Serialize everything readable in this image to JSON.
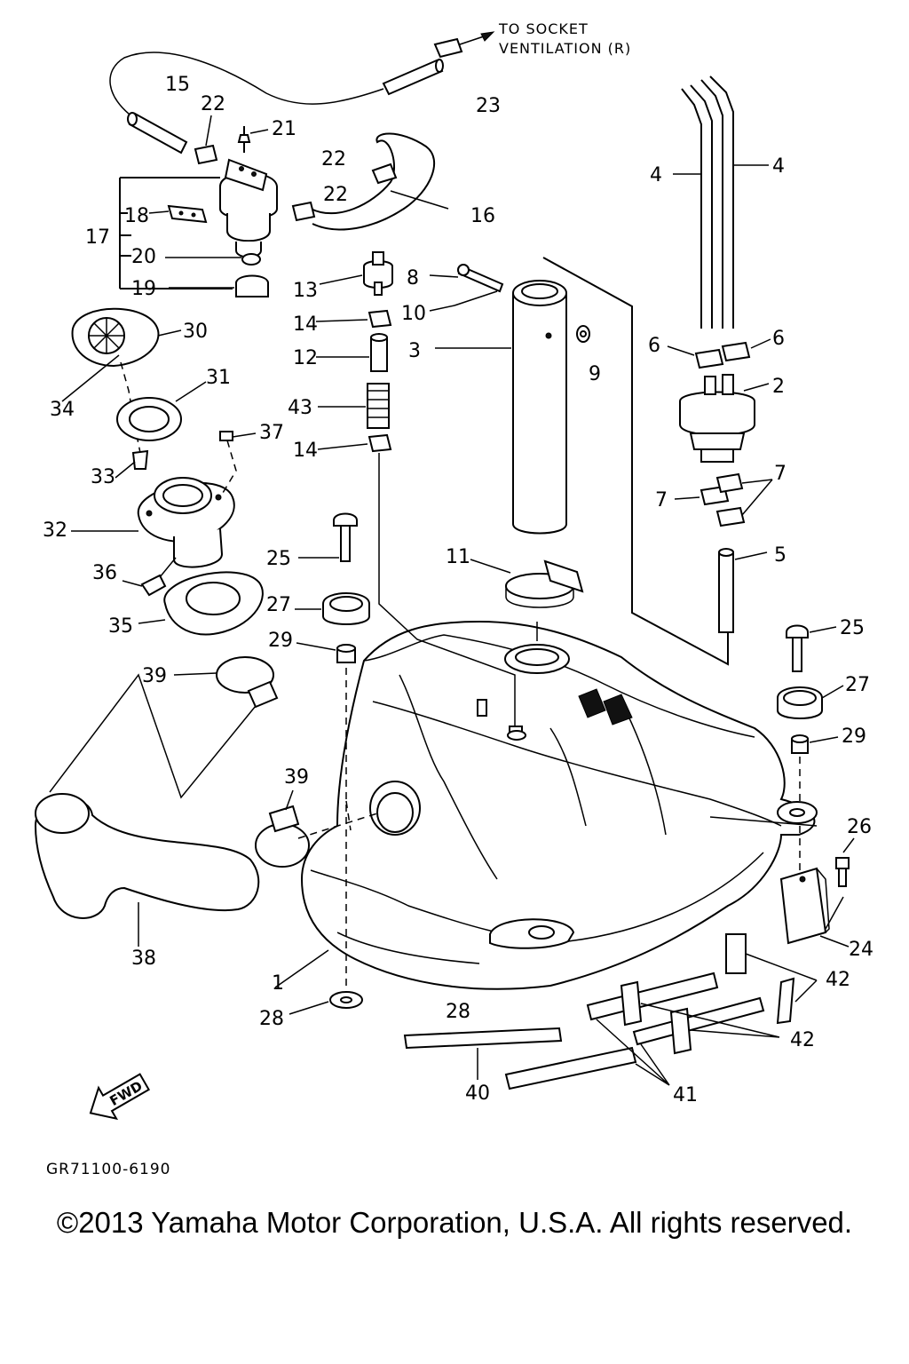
{
  "diagram": {
    "note": [
      "TO SOCKET",
      "VENTILATION (R)"
    ],
    "fwd_label": "FWD",
    "drawing_code": "GR71100-6190",
    "callouts": {
      "c1": "1",
      "c2": "2",
      "c3": "3",
      "c4a": "4",
      "c4b": "4",
      "c5": "5",
      "c6a": "6",
      "c6b": "6",
      "c7a": "7",
      "c7b": "7",
      "c8": "8",
      "c9": "9",
      "c10": "10",
      "c11": "11",
      "c12": "12",
      "c13": "13",
      "c14a": "14",
      "c14b": "14",
      "c15": "15",
      "c16": "16",
      "c17": "17",
      "c18": "18",
      "c19": "19",
      "c20": "20",
      "c21": "21",
      "c22a": "22",
      "c22b": "22",
      "c22c": "22",
      "c23": "23",
      "c24": "24",
      "c25a": "25",
      "c25b": "25",
      "c26": "26",
      "c27a": "27",
      "c27b": "27",
      "c28a": "28",
      "c28b": "28",
      "c29a": "29",
      "c29b": "29",
      "c30": "30",
      "c31": "31",
      "c32": "32",
      "c33": "33",
      "c34": "34",
      "c35": "35",
      "c36": "36",
      "c37": "37",
      "c38": "38",
      "c39a": "39",
      "c39b": "39",
      "c40": "40",
      "c41": "41",
      "c42a": "42",
      "c42b": "42",
      "c43": "43"
    }
  },
  "copyright": "©2013 Yamaha Motor Corporation, U.S.A. All rights reserved."
}
